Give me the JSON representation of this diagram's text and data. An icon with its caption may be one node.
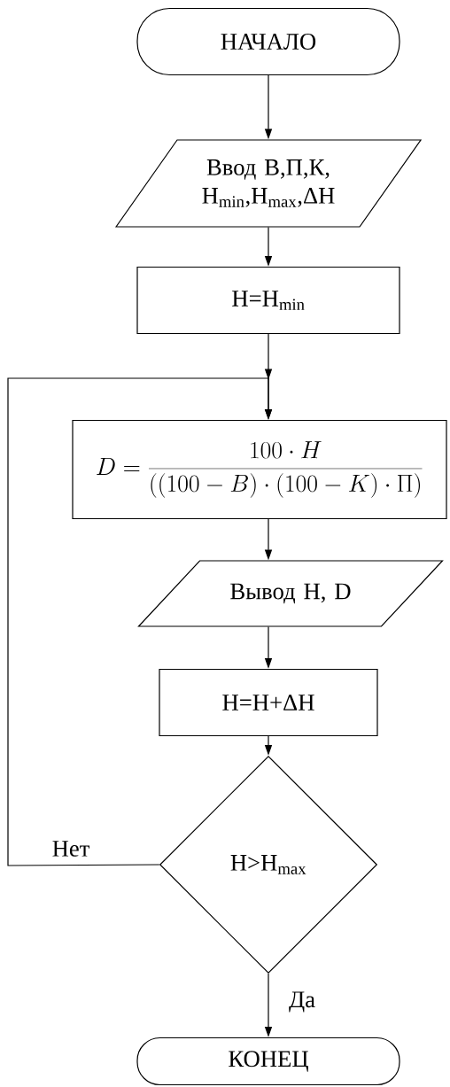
{
  "diagram": {
    "nodes": [
      {
        "text": [
          "НАЧАЛО"
        ]
      },
      {
        "text": [
          "Ввод В,П,К, H$_{min}$,H$_{max}$,ΔH"
        ]
      },
      {
        "text": [
          "H=H$_{min}$"
        ]
      },
      {
        "text": [
          "D = \\frac{100 \\cdot H}{\\left(\\left(100 - B\\right) \\cdot \\left(100 - K\\right) \\cdot \\Pi\\right)}"
        ]
      },
      {
        "text": [
          "Вывод H, D"
        ]
      },
      {
        "text": [
          "H=H+ΔH"
        ]
      },
      {
        "text": [
          "H>H$_{max}$"
        ]
      },
      {
        "text": [
          "КОНЕЦ"
        ]
      }
    ],
    "edges": [
      {
        "from": 0,
        "to": 1,
        "arrow": "to"
      },
      {
        "from": 1,
        "to": 2,
        "arrow": "to"
      },
      {
        "from": 2,
        "to": 3,
        "arrow": "to"
      },
      {
        "from": 3,
        "to": 4,
        "arrow": "to"
      },
      {
        "from": 4,
        "to": 5,
        "arrow": "to"
      },
      {
        "from": 5,
        "to": 6,
        "arrow": "to"
      },
      {
        "from": 6,
        "to": 7,
        "arrow": "to",
        "label": "Да"
      },
      {
        "from": 6,
        "to": 3,
        "arrow": "to",
        "label": "Нет"
      }
    ]
  }
}
